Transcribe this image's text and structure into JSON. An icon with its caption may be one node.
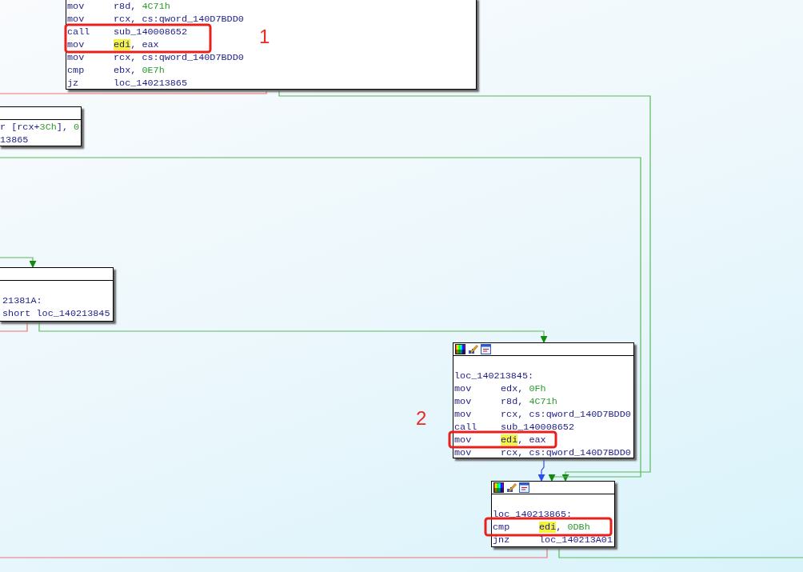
{
  "diagram": {
    "nodes": [
      {
        "text": [
          "mov r8d, 4C71h",
          "mov rcx, cs:qword_140D7BDD0",
          "call sub_140008652",
          "mov edi, eax",
          "mov rcx, cs:qword_140D7BDD0",
          "cmp ebx, 0E7h",
          "jz loc_140213865"
        ]
      },
      {
        "text": [
          "r [rcx+3Ch], 0",
          "13865"
        ]
      },
      {
        "text": [
          "21381A:",
          "short loc_140213845"
        ]
      },
      {
        "text": [
          "loc_140213845:",
          "mov edx, 0Fh",
          "mov r8d, 4C71h",
          "mov rcx, cs:qword_140D7BDD0",
          "call sub_140008652",
          "mov edi, eax",
          "mov rcx, cs:qword_140D7BDD0"
        ]
      },
      {
        "text": [
          "loc_140213865:",
          "cmp edi, 0DBh",
          "jnz loc_140213A01"
        ]
      }
    ],
    "edges": [
      {
        "from": 0,
        "to": null,
        "arrow": "none",
        "color": "#f07070"
      },
      {
        "from": 0,
        "to": 4,
        "arrow": "to"
      },
      {
        "from": null,
        "to": 4,
        "arrow": "to"
      },
      {
        "from": null,
        "to": 2,
        "arrow": "to"
      },
      {
        "from": 2,
        "to": null,
        "arrow": "none",
        "color": "#f07070"
      },
      {
        "from": 2,
        "to": 3,
        "arrow": "to"
      },
      {
        "from": 3,
        "to": 4,
        "arrow": "to",
        "color": "#2b4cf0"
      },
      {
        "from": 4,
        "to": null,
        "arrow": "none",
        "color": "#f07070"
      },
      {
        "from": 4,
        "to": null,
        "arrow": "none"
      }
    ],
    "labels": [
      "1",
      "2"
    ]
  }
}
